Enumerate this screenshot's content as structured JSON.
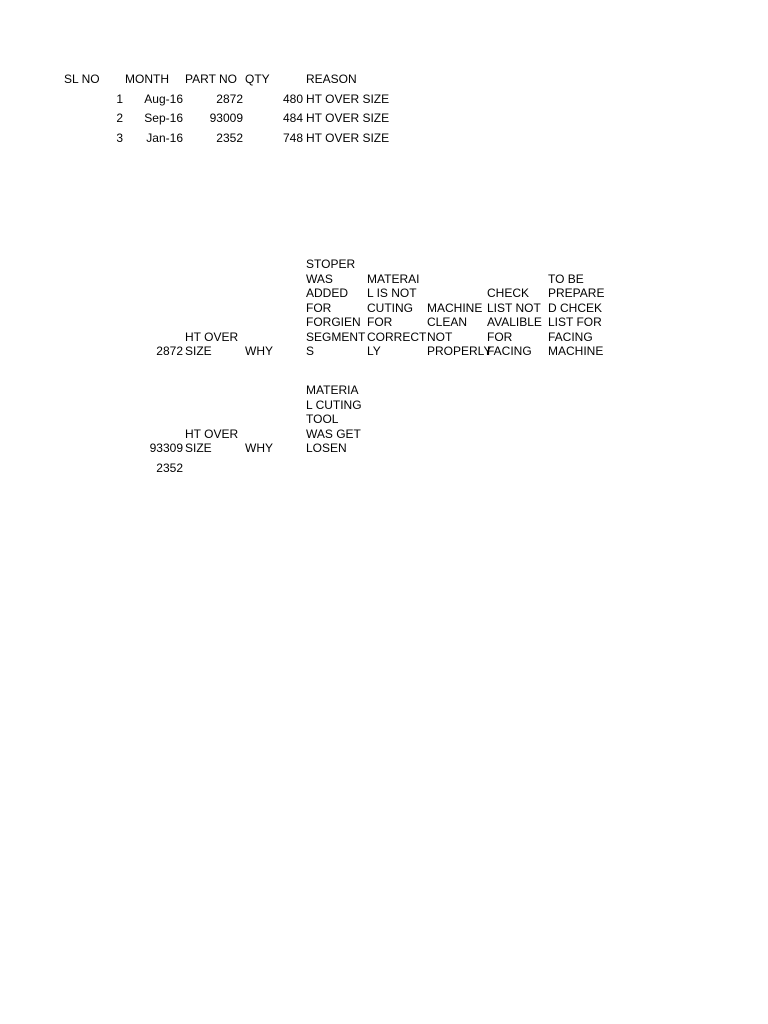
{
  "table": {
    "headers": {
      "sl_no": "SL NO",
      "month": "MONTH",
      "part_no": "PART NO",
      "qty": "QTY",
      "reason": "REASON"
    },
    "rows": [
      {
        "sl_no": "1",
        "month": "Aug-16",
        "part_no": "2872",
        "qty": "480",
        "reason": "HT OVER SIZE"
      },
      {
        "sl_no": "2",
        "month": "Sep-16",
        "part_no": "93009",
        "qty": "484",
        "reason": "HT OVER SIZE"
      },
      {
        "sl_no": "3",
        "month": "Jan-16",
        "part_no": "2352",
        "qty": "748",
        "reason": "HT OVER SIZE"
      }
    ]
  },
  "why_analysis": {
    "row1": {
      "part_no": "2872",
      "problem": "HT OVER\nSIZE",
      "why": "WHY",
      "cause1": "STOPER\nWAS\nADDED\nFOR\nFORGIEN\nSEGMENT\nS",
      "cause2": "MATERAI\nL IS NOT\nCUTING\nFOR\nCORRECT\nLY",
      "cause3": "MACHINE\nCLEAN\nNOT\nPROPERLY",
      "cause4": "CHECK\nLIST NOT\nAVALIBLE\nFOR\nFACING",
      "action": "TO BE\nPREPARE\nD CHCEK\nLIST FOR\nFACING\nMACHINE"
    },
    "row2": {
      "part_no": "93309",
      "problem": "HT OVER\nSIZE",
      "why": "WHY",
      "cause1": "MATERIA\nL CUTING\nTOOL\nWAS GET\nLOSEN"
    },
    "row3": {
      "part_no": "2352"
    }
  }
}
